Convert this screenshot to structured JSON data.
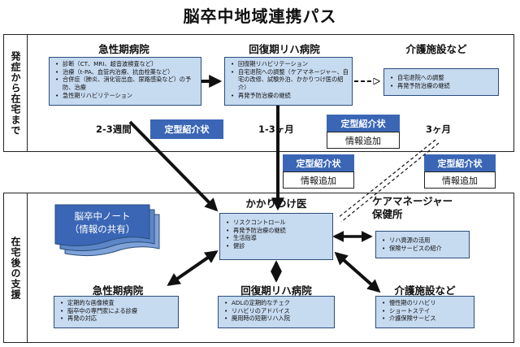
{
  "title": "脳卒中地域連携パス",
  "top_section": {
    "side_label": "発症から在宅まで",
    "acute": {
      "heading": "急性期病院",
      "items": [
        "診断（CT、MRI、超音波検査など）",
        "治療（t-PA、血管内治療、抗血栓薬など）",
        "合併症（肺炎、消化管出血、尿路感染など）の予防、治療",
        "急性期リハビリテーション"
      ]
    },
    "rehab": {
      "heading": "回復期リハ病院",
      "items": [
        "回復期リハビリテーション",
        "自宅退院への調整（ケアマネージャー、自宅の改修、試験外泊、かかりつけ医の紹介）",
        "再発予防治療の継続"
      ]
    },
    "care": {
      "heading": "介護施設など",
      "items": [
        "自宅退院への調整",
        "再発予防治療の継続"
      ]
    },
    "period1": "2-3週間",
    "period2": "1-3ヶ月",
    "period3": "3ヶ月",
    "tag1": "定型紹介状",
    "tag2": "定型紹介状",
    "info2": "情報追加"
  },
  "middle": {
    "tag_a": "定型紹介状",
    "info_a": "情報追加",
    "tag_b": "定型紹介状",
    "info_b": "情報追加"
  },
  "bottom_section": {
    "side_label": "在宅後の支援",
    "notebook": "脳卒中ノート\n（情報の共有）",
    "gp": {
      "heading": "かかりつけ医",
      "items": [
        "リスクコントロール",
        "再発予防治療の継続",
        "生活指導",
        "健診"
      ]
    },
    "caremanager": {
      "heading": "ケアマネージャー\n保健所",
      "items": [
        "リハ資源の活用",
        "保険サービスの紹介"
      ]
    },
    "acute": {
      "heading": "急性期病院",
      "items": [
        "定期的な画像検査",
        "脳卒中の専門家による診療",
        "再発の対応"
      ]
    },
    "rehab": {
      "heading": "回復期リハ病院",
      "items": [
        "ADLの定期的なチェク",
        "リハビリのアドバイス",
        "廃用時の短期リハ入院"
      ]
    },
    "care": {
      "heading": "介護施設など",
      "items": [
        "慢性期のリハビリ",
        "ショートステイ",
        "介護保険サービス"
      ]
    }
  },
  "colors": {
    "box_fill": "#c6daf0",
    "box_border": "#2a4d7a",
    "tag_fill": "#3a66b5",
    "notebook_fill": "#3a66b5"
  }
}
